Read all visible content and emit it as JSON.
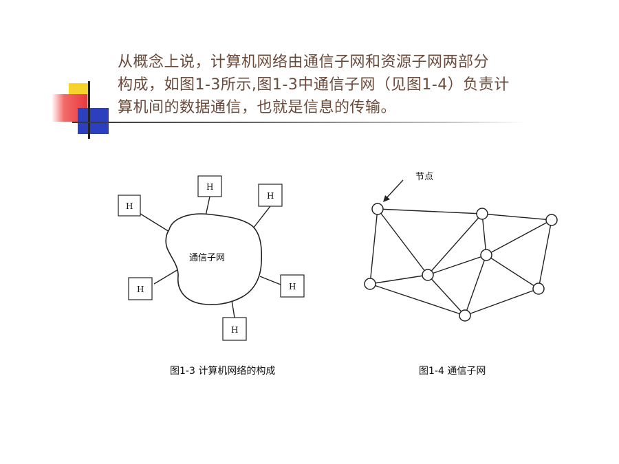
{
  "intro_lines": [
    "从概念上说，计算机网络由通信子网和资源子网两部分",
    "构成，如图1-3所示,图1-3中通信子网（见图1-4）负责计",
    "算机间的数据通信，也就是信息的传输。"
  ],
  "fig1": {
    "cloud_label": "通信子网",
    "host_label": "H",
    "caption": "图1-3 计算机网络的构成"
  },
  "fig2": {
    "node_label": "节点",
    "caption": "图1-4 通信子网"
  },
  "colors": {
    "text": "#6a4a3a",
    "deco_yellow": "#f6d32b",
    "deco_red": "#e8393b",
    "deco_blue": "#2c3fbf"
  }
}
